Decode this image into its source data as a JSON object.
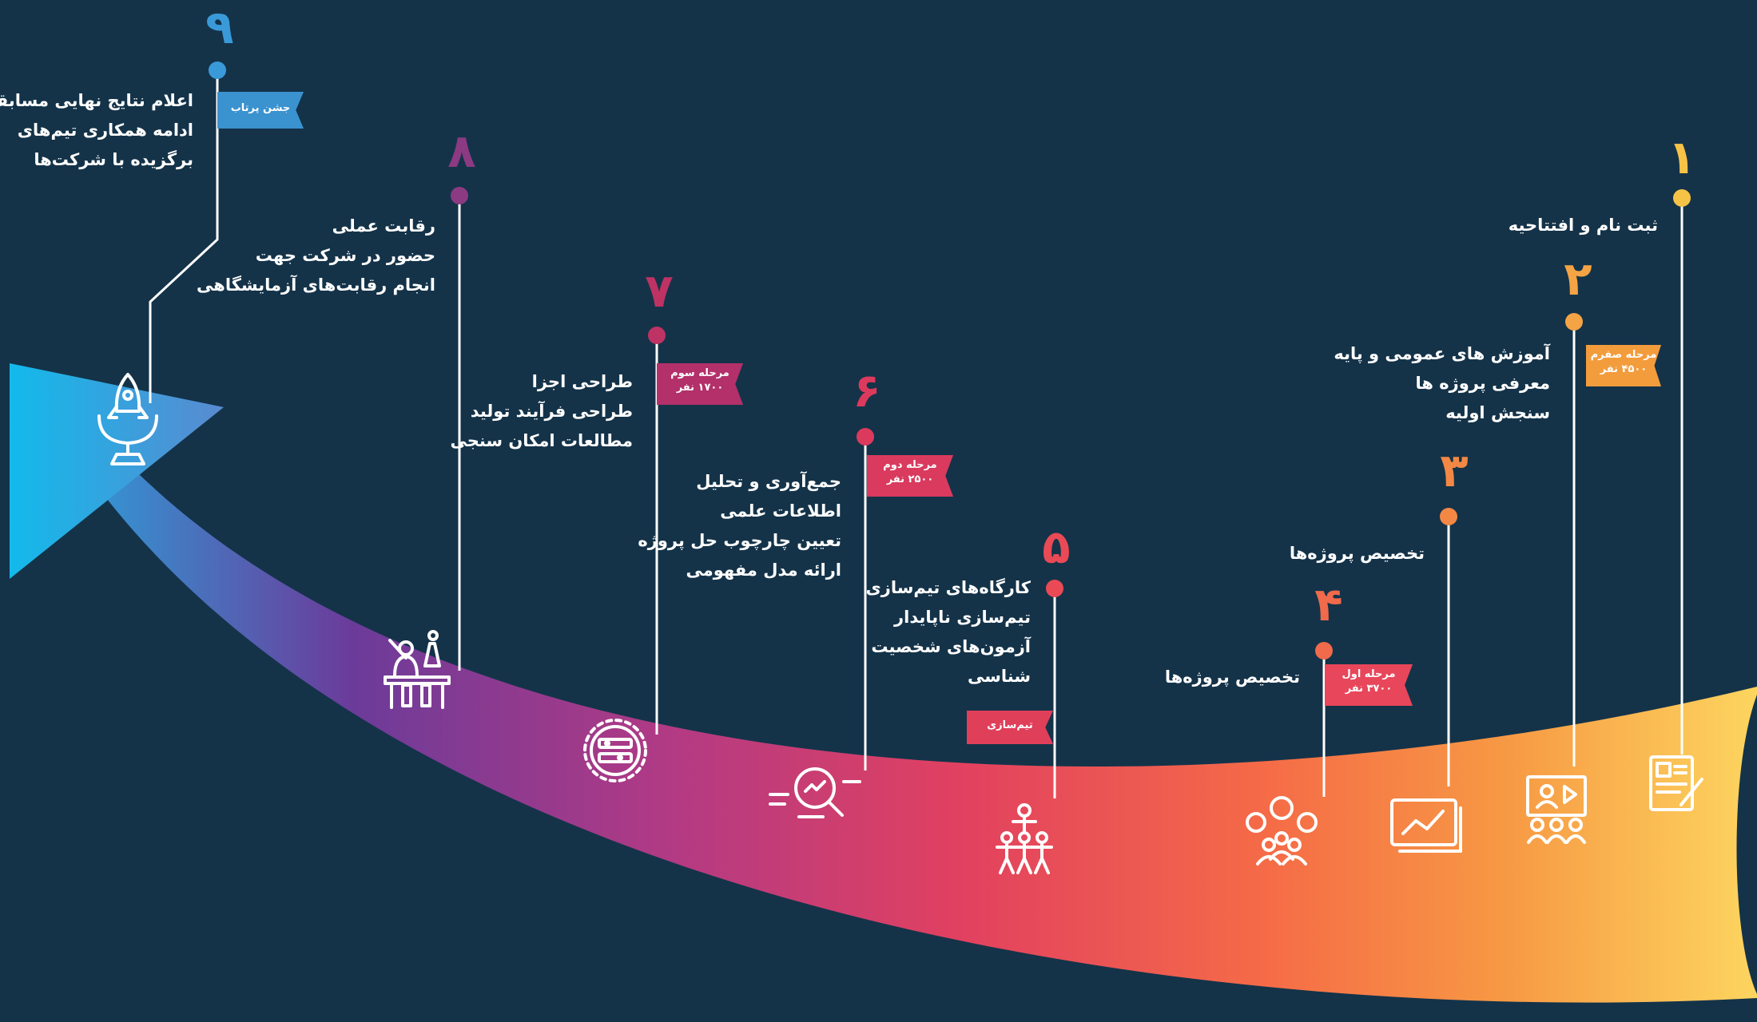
{
  "colors": {
    "background": "#143349",
    "arrow_gradient": [
      "#1fb6e8",
      "#8a2b8e",
      "#d6336a",
      "#f05a47",
      "#f79a44",
      "#fdd55f"
    ]
  },
  "stages": [
    {
      "id": "s1",
      "number": "۱",
      "color": "#f6c347",
      "lines": [
        "ثبت نام و افتتاحیه"
      ],
      "icon": "registration-form-icon"
    },
    {
      "id": "s2",
      "number": "۲",
      "color": "#f4a444",
      "lines": [
        "آموزش های عمومی و پایه",
        "معرفی پروژه ها",
        "سنجش اولیه"
      ],
      "icon": "presentation-board-icon"
    },
    {
      "id": "s3",
      "number": "۳",
      "color": "#f38845",
      "lines": [
        "تخصیص پروژه‌ها"
      ],
      "icon": "blueprint-chart-icon"
    },
    {
      "id": "s4",
      "number": "۴",
      "color": "#f06a4b",
      "lines": [
        "تخصیص پروژه‌ها"
      ],
      "icon": "team-network-icon"
    },
    {
      "id": "s5",
      "number": "۵",
      "color": "#ea4a55",
      "lines": [
        "کارگاه‌های تیم‌سازی",
        "تیم‌سازی ناپایدار",
        "آزمون‌های شخصیت",
        "شناسی"
      ],
      "icon": "team-building-icon"
    },
    {
      "id": "s6",
      "number": "۶",
      "color": "#dc3a5d",
      "lines": [
        "جمع‌آوری و تحلیل",
        "اطلاعات علمی",
        "تعیین چارچوب حل پروژه",
        "ارائه مدل مفهومی"
      ],
      "icon": "data-analysis-icon"
    },
    {
      "id": "s7",
      "number": "۷",
      "color": "#bf3264",
      "lines": [
        "طراحی اجزا",
        "طراحی فرآیند تولید",
        "مطالعات امکان سنجی"
      ],
      "icon": "gear-process-icon"
    },
    {
      "id": "s8",
      "number": "۸",
      "color": "#8c3a82",
      "lines": [
        "رقابت عملی",
        "حضور در شرکت جهت",
        "انجام رقابت‌های آزمایشگاهی"
      ],
      "icon": "lab-competition-icon"
    },
    {
      "id": "s9",
      "number": "۹",
      "color": "#3a9ad9",
      "lines": [
        "اعلام نتایج نهایی مسابقه",
        "ادامه همکاری تیم‌های",
        "برگزیده با شرکت‌ها"
      ],
      "icon": "rocket-trophy-icon"
    }
  ],
  "phase_tags": [
    {
      "id": "t0",
      "lines": [
        "مرحله صفرم",
        "۴۵۰۰ نفر"
      ],
      "color": "#f39c3c"
    },
    {
      "id": "t1",
      "lines": [
        "مرحله اول",
        "۳۷۰۰ نفر"
      ],
      "color": "#e8465a"
    },
    {
      "id": "t2",
      "lines": [
        "تیم‌سازی"
      ],
      "color": "#e03f5a"
    },
    {
      "id": "t3",
      "lines": [
        "مرحله دوم",
        "۲۵۰۰ نفر"
      ],
      "color": "#d93a5e"
    },
    {
      "id": "t4",
      "lines": [
        "مرحله سوم",
        "۱۷۰۰ نفر"
      ],
      "color": "#b3306a"
    },
    {
      "id": "t5",
      "lines": [
        "جشن پرتاب"
      ],
      "color": "#3a92cf"
    }
  ]
}
